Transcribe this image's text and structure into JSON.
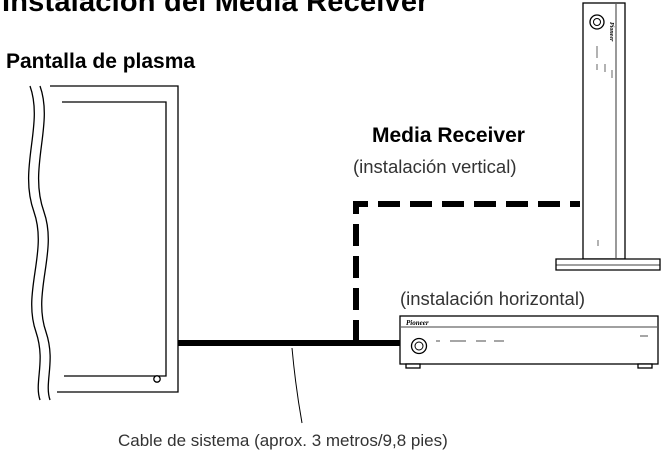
{
  "title": "Instalación del Media Receiver",
  "labels": {
    "plasma_display": "Pantalla de plasma",
    "media_receiver": "Media Receiver",
    "vertical_install": "(instalación vertical)",
    "horizontal_install": "(instalación horizontal)",
    "system_cable": "Cable de sistema (aprox. 3 metros/9,8 pies)"
  },
  "brand": "Pioneer",
  "colors": {
    "line": "#000000",
    "background": "#ffffff"
  }
}
